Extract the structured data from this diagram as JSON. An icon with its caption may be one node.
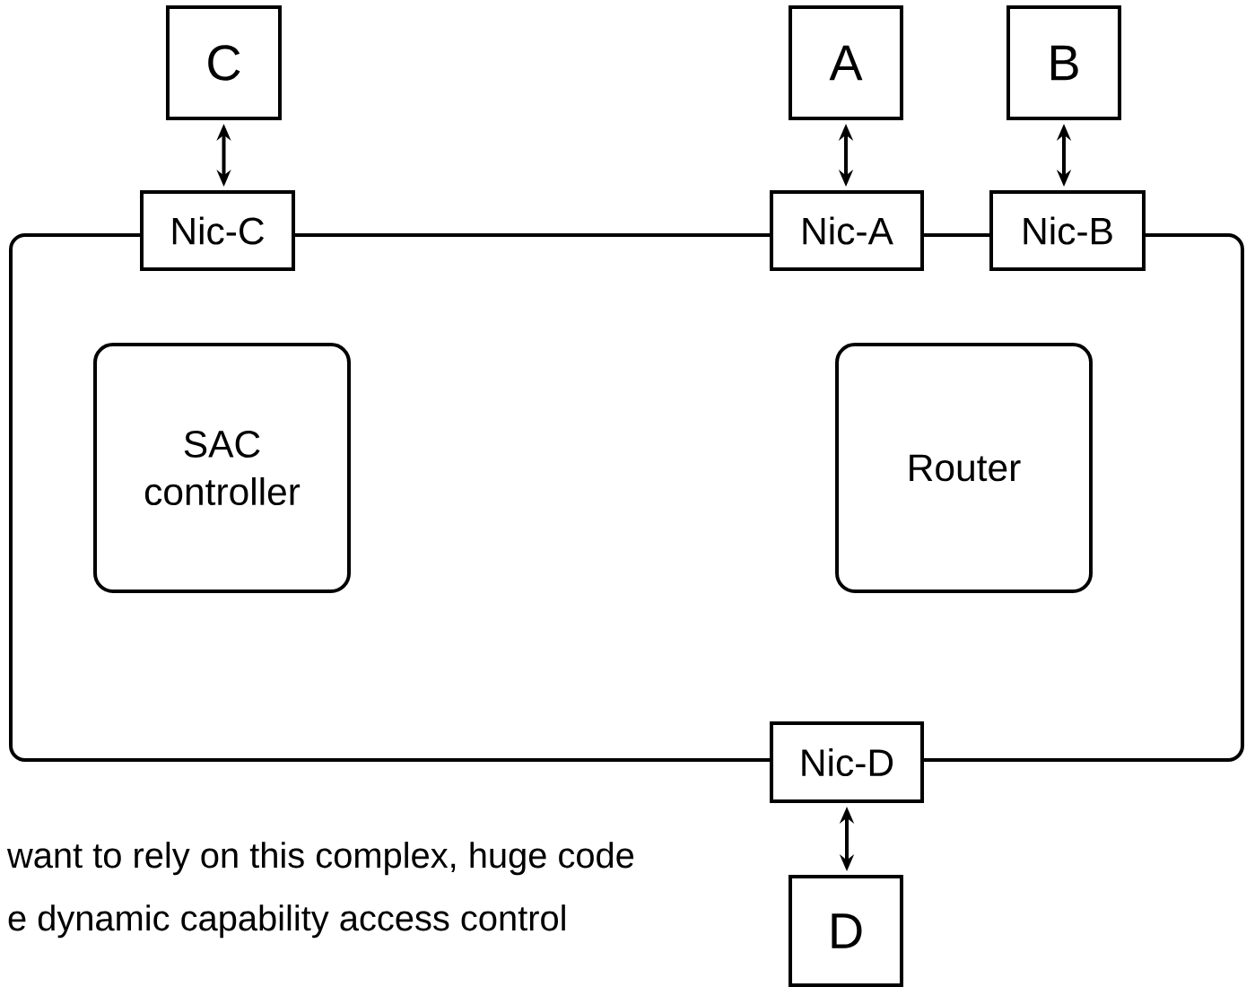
{
  "diagram": {
    "nodes": [
      {
        "text": [
          "C"
        ]
      },
      {
        "text": [
          "A"
        ]
      },
      {
        "text": [
          "B"
        ]
      },
      {
        "text": [
          "Nic-C"
        ]
      },
      {
        "text": [
          "Nic-A"
        ]
      },
      {
        "text": [
          "Nic-B"
        ]
      },
      {
        "text": [],
        "shape": "box"
      },
      {
        "text": [
          "SAC controller"
        ],
        "in": 6
      },
      {
        "text": [
          "Router"
        ],
        "in": 6
      },
      {
        "text": [
          "Nic-D"
        ]
      },
      {
        "text": [
          "D"
        ]
      }
    ],
    "edges": [
      {
        "from": 0,
        "to": 3,
        "arrow": "both"
      },
      {
        "from": 1,
        "to": 4,
        "arrow": "both"
      },
      {
        "from": 2,
        "to": 5,
        "arrow": "both"
      },
      {
        "from": 9,
        "to": 10,
        "arrow": "both"
      }
    ],
    "labels": [
      "want to rely on this complex, huge code",
      "e dynamic capability access control"
    ]
  }
}
